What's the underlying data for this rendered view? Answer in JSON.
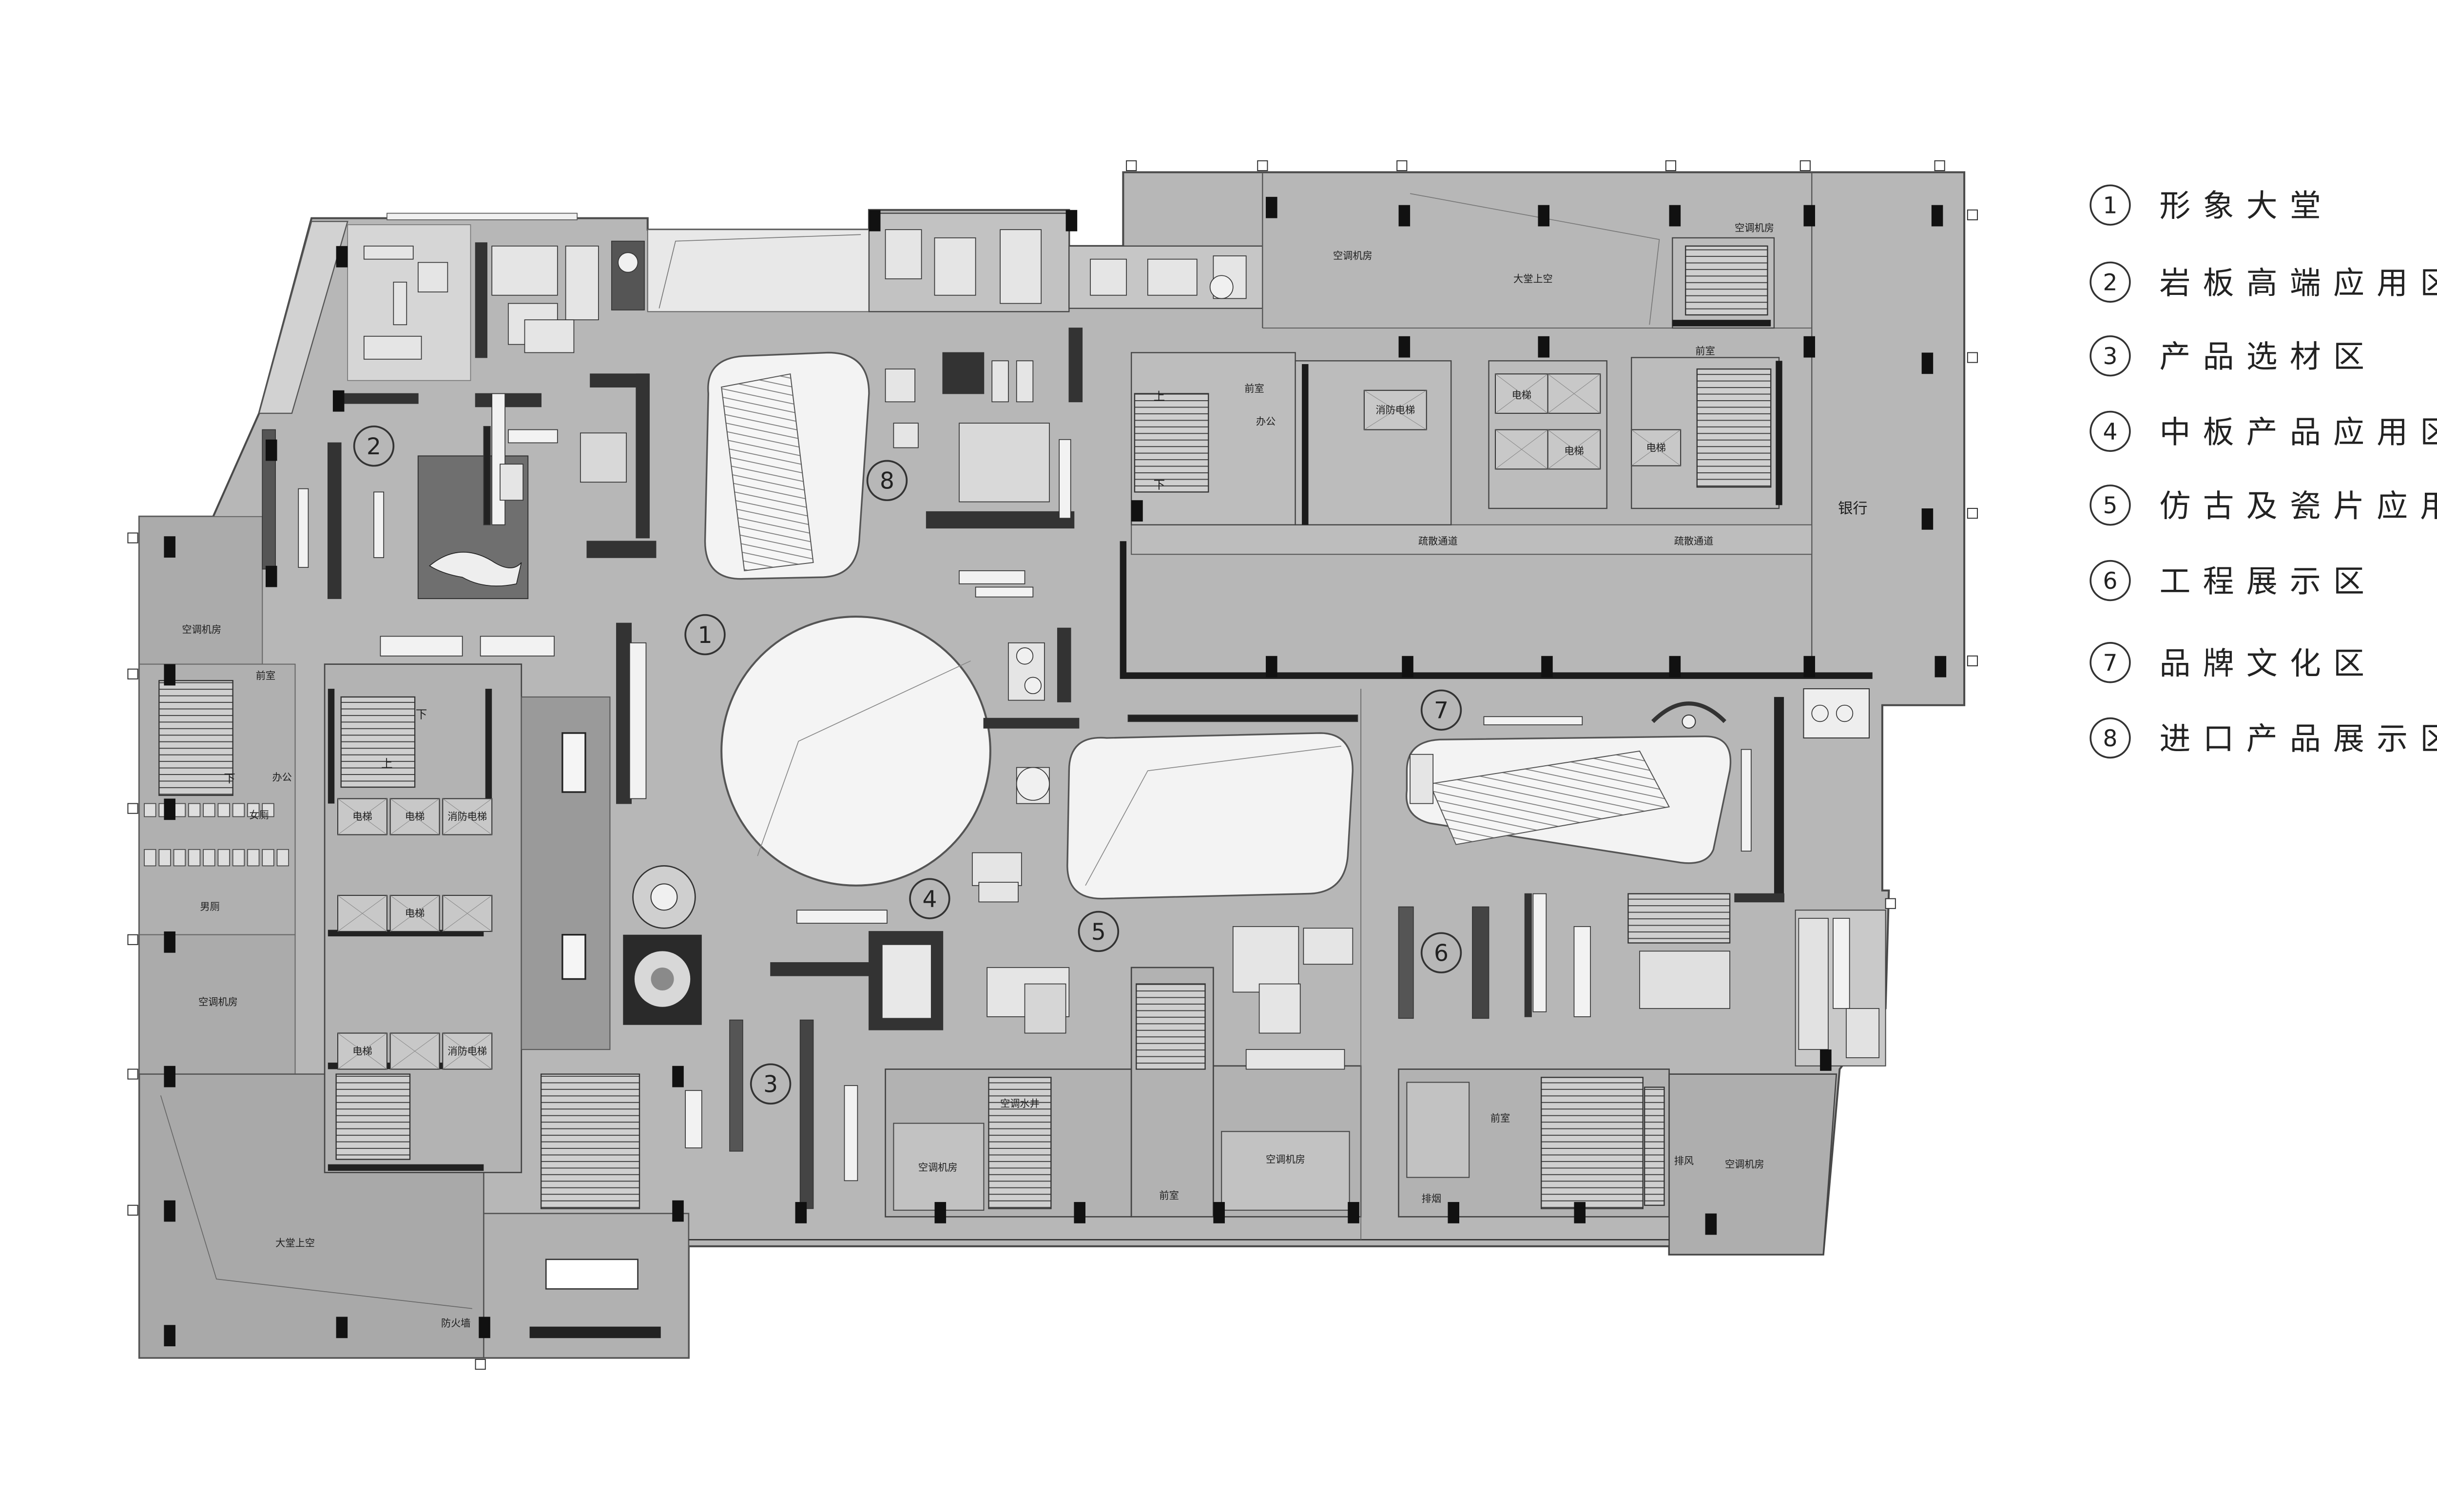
{
  "legend": [
    {
      "num": "1",
      "label": "形象大堂"
    },
    {
      "num": "2",
      "label": "岩板高端应用区"
    },
    {
      "num": "3",
      "label": "产品选材区"
    },
    {
      "num": "4",
      "label": "中板产品应用区"
    },
    {
      "num": "5",
      "label": "仿古及瓷片应用区"
    },
    {
      "num": "6",
      "label": "工程展示区"
    },
    {
      "num": "7",
      "label": "品牌文化区"
    },
    {
      "num": "8",
      "label": "进口产品展示区"
    }
  ],
  "rooms": {
    "left_ac_upper": "空调机房",
    "left_ac_lower": "空调机房",
    "left_atrium_void": "大堂上空",
    "firewall": "防火墙",
    "left_office": "办公",
    "left_lobby": "前室",
    "womens_wc": "女厕",
    "mens_wc": "男厕",
    "top_ac_left": "空调机房",
    "top_atrium_void": "大堂上空",
    "top_ac_right": "空调机房",
    "bank": "银行",
    "corridor_left": "疏散通道",
    "corridor_right": "疏散通道",
    "right_office": "办公",
    "lobby_top_left": "前室",
    "lobby_top_right": "前室",
    "lobby_bottom_right": "前室",
    "lobby_bottom_mid": "前室",
    "ac_bottom_1": "空调机房",
    "ac_water_shaft": "空调水井",
    "ac_bottom_2": "空调机房",
    "ac_bottom_3": "空调机房",
    "exhaust": "排风",
    "smoke_exhaust": "排烟"
  },
  "elevators": {
    "left_a1": "电梯",
    "left_a2": "电梯",
    "left_a3": "消防电梯",
    "left_b2": "电梯",
    "left_c1": "电梯",
    "left_c3": "消防电梯",
    "right_1": "电梯",
    "right_2": "电梯",
    "right_fire": "消防电梯",
    "right_3": "电梯"
  },
  "stairs": {
    "left_down": "下",
    "left_up": "上",
    "wc_down": "下",
    "right_up": "上",
    "right_down": "下"
  }
}
